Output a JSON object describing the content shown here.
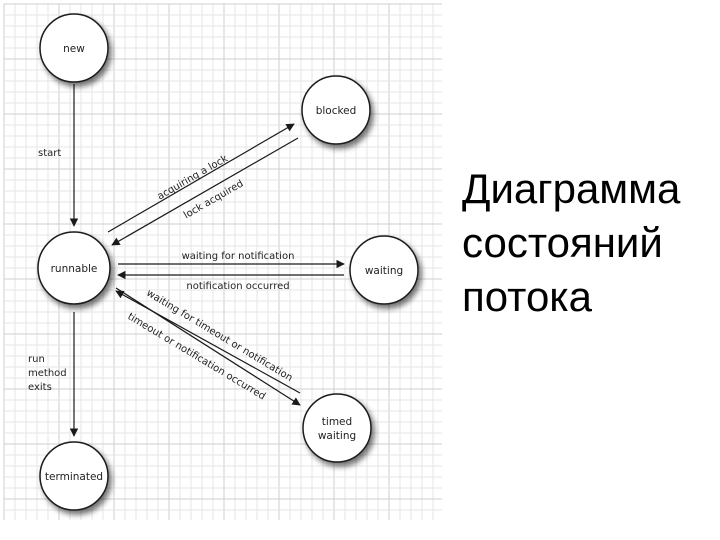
{
  "title_text": "Диаграмма\nсостояний\nпотока",
  "states": {
    "new": "new",
    "blocked": "blocked",
    "runnable": "runnable",
    "waiting": "waiting",
    "timed_waiting_line1": "timed",
    "timed_waiting_line2": "waiting",
    "terminated": "terminated"
  },
  "edges": {
    "start": "start",
    "acquiring_lock": "acquiring a lock",
    "lock_acquired": "lock acquired",
    "waiting_for_notification": "waiting for notification",
    "notification_occurred": "notification occurred",
    "waiting_for_timeout": "waiting for timeout or notification",
    "timeout_occurred": "timeout or notification occurred",
    "run_method_exits_1": "run",
    "run_method_exits_2": "method",
    "run_method_exits_3": "exits"
  },
  "colors": {
    "grid_minor": "#e6e6e6",
    "grid_major": "#cfcfcf",
    "stroke": "#1a1a1a",
    "state_fill": "#ffffff"
  }
}
